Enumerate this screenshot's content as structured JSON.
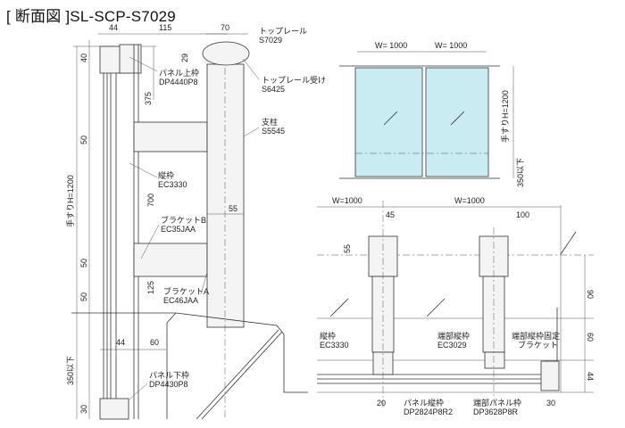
{
  "title": "[ 断面図 ]SL-SCP-S7029",
  "section": {
    "dims": {
      "w44": "44",
      "w115": "115",
      "w70": "70",
      "h29": "29",
      "h40": "40",
      "h375": "375",
      "h50a": "50",
      "h700": "700",
      "h55": "55",
      "h50b": "50",
      "h50c": "50",
      "h125": "125",
      "h1200": "手すりH=1200",
      "h350": "350以下",
      "h30": "30",
      "w44b": "44",
      "w60": "60"
    },
    "labels": [
      {
        "name": "トップレール",
        "code": "S7029"
      },
      {
        "name": "パネル上枠",
        "code": "DP4440P8"
      },
      {
        "name": "トップレール受け",
        "code": "S6425"
      },
      {
        "name": "支柱",
        "code": "S5545"
      },
      {
        "name": "縦枠",
        "code": "EC3330"
      },
      {
        "name": "ブラケットB",
        "code": "EC35JAA"
      },
      {
        "name": "ブラケットA",
        "code": "EC46JAA"
      },
      {
        "name": "パネル下枠",
        "code": "DP4430P8"
      }
    ]
  },
  "elevation": {
    "w1": "W= 1000",
    "w2": "W= 1000",
    "h": "手すりH=1200",
    "h350": "350以下"
  },
  "plan": {
    "dims": {
      "w1": "W=1000",
      "w2": "W=1000",
      "w45": "45",
      "w100": "100",
      "h55": "55",
      "h90": "90",
      "h60": "60",
      "h44": "44",
      "w20": "20",
      "w30": "30"
    },
    "labels": [
      {
        "name": "縦枠",
        "code": "EC3330"
      },
      {
        "name": "端部縦枠",
        "code": "EC3029"
      },
      {
        "name": "端部縦枠固定",
        "code": "ブラケット"
      },
      {
        "name": "パネル縦枠",
        "code": "DP2824P8R2"
      },
      {
        "name": "端部パネル枠",
        "code": "DP3628P8R"
      }
    ]
  },
  "colors": {
    "glass": "#c9ecf2",
    "line": "#333333"
  }
}
